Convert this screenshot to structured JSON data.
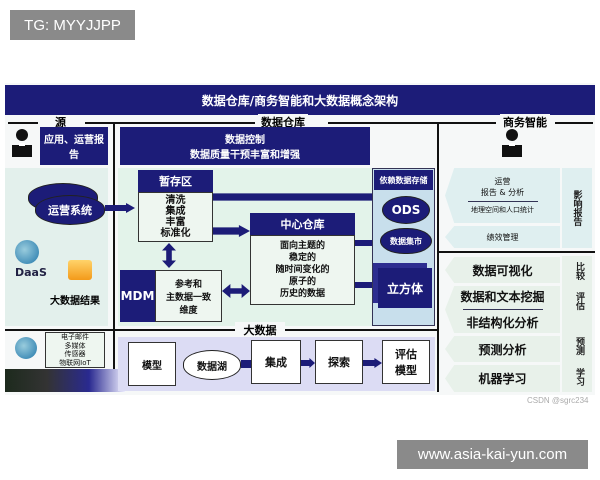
{
  "watermarks": {
    "top_left": "TG: MYYJJPP",
    "bottom_right": "www.asia-kai-yun.com",
    "csdn": "CSDN @sgrc234"
  },
  "title": "数据仓库/商务智能和大数据概念架构",
  "sections": {
    "source": "源",
    "warehouse": "数据仓库",
    "bi": "商务智能",
    "big_data": "大数据"
  },
  "source": {
    "reports": "应用、运营报告",
    "ops_system": "运营系统",
    "daas": "DaaS",
    "bigdata_results": "大数据结果",
    "unstructured": [
      "电子邮件",
      "多媒体",
      "传感器",
      "物联网IoT"
    ]
  },
  "warehouse": {
    "control": [
      "数据控制",
      "数据质量干预丰富和增强"
    ],
    "staging": {
      "title": "暂存区",
      "items": [
        "清洗",
        "集成",
        "丰富",
        "标准化"
      ]
    },
    "mdm": {
      "label": "MDM",
      "desc": [
        "参考和",
        "主数据一致",
        "维度"
      ]
    },
    "central": {
      "title": "中心仓库",
      "items": [
        "面向主题的",
        "稳定的",
        "随时间变化的",
        "原子的",
        "历史的数据"
      ]
    },
    "dependent": {
      "title": "依赖数据存储",
      "ods": "ODS",
      "mart": "数据集市",
      "cube": "立方体"
    }
  },
  "big_data": {
    "steps": [
      "模型",
      "数据湖",
      "集成",
      "探索",
      "评估模型"
    ]
  },
  "bi": {
    "ops": [
      "运营",
      "报告 & 分析"
    ],
    "geo": "地理空间和人口统计",
    "perf": "绩效管理",
    "impact": "影响报告",
    "analytics": [
      "数据可视化",
      "数据和文本挖掘",
      "非结构化分析",
      "预测分析",
      "机器学习"
    ],
    "side": [
      "比较",
      "评估",
      "预测",
      "学习"
    ]
  },
  "colors": {
    "navy": "#1c1c78",
    "light_green": "#e3f3ea",
    "light_blue": "#c8dfec",
    "purple": "#dcdcf4"
  }
}
